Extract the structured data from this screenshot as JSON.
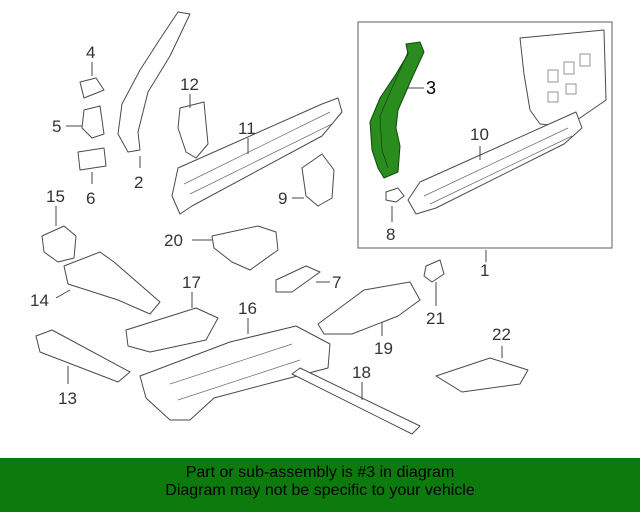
{
  "diagram": {
    "highlight_color": "#2a8c1e",
    "callouts": [
      "1",
      "2",
      "3",
      "4",
      "5",
      "6",
      "7",
      "8",
      "9",
      "10",
      "11",
      "12",
      "13",
      "14",
      "15",
      "16",
      "17",
      "18",
      "19",
      "20",
      "21",
      "22"
    ]
  },
  "banner": {
    "line1": "Part or sub-assembly is #3 in diagram",
    "line2": "Diagram may not be specific to your vehicle",
    "background": "#0d7a0d"
  }
}
